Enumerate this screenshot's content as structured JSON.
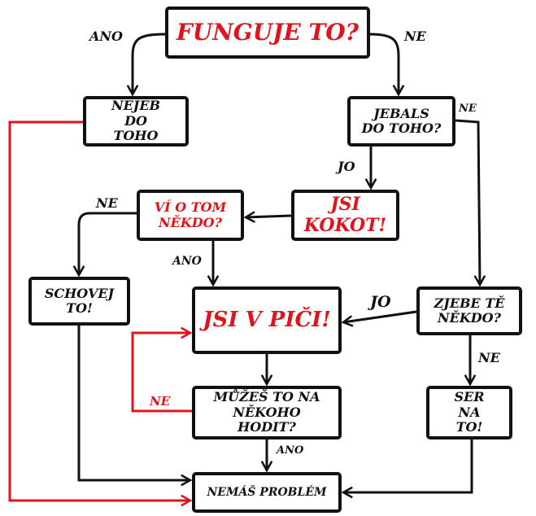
{
  "nodes": {
    "start": "FUNGUJE TO?",
    "nejeb": "NEJEB DO TOHO",
    "jebals": "JEBALS DO TOHO?",
    "kokot": "JSI KOKOT!",
    "vi": "VÍ O TOM NĚKDO?",
    "schovej": "SCHOVEJ TO!",
    "pici": "JSI V PIČI!",
    "zjebe": "ZJEBE TĚ NĚKDO?",
    "muzes": "MŮŽEŠ TO NA NĚKOHO HODIT?",
    "ser": "SER NA TO!",
    "problem": "NEMÁŠ PROBLÉM"
  },
  "labels": {
    "start_ano": "ANO",
    "start_ne": "NE",
    "jebals_ne": "NE",
    "jebals_jo": "JO",
    "vi_ne": "NE",
    "vi_ano": "ANO",
    "zjebe_jo": "JO",
    "zjebe_ne": "NE",
    "muzes_ne": "NE",
    "muzes_ano": "ANO"
  },
  "colors": {
    "accent": "#e0141c",
    "line": "#111111"
  }
}
